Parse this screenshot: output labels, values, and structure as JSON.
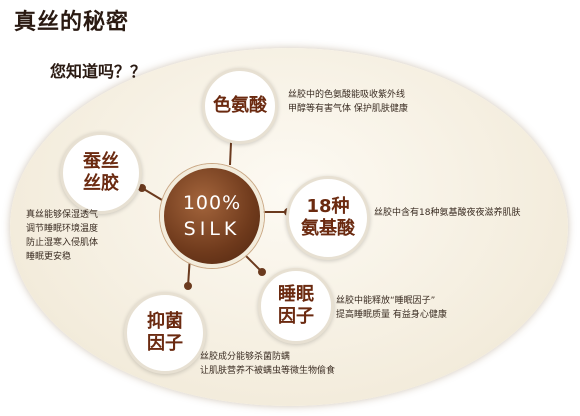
{
  "title": "真丝的秘密",
  "subtitle": "您知道吗？？",
  "center": {
    "line1": "100%",
    "line2": "SILK"
  },
  "nodes": {
    "sejisuan": {
      "line1": "色氨酸",
      "desc": [
        "丝胶中的色氨酸能吸收紫外线",
        "甲醇等有害气体 保护肌肤健康"
      ]
    },
    "aminoacid": {
      "line1": "18种",
      "line2": "氨基酸",
      "desc": [
        "丝胶中含有18种氨基酸夜夜滋养肌肤"
      ]
    },
    "sleep": {
      "line1": "睡眠",
      "line2": "因子",
      "desc": [
        "丝胶中能释放“睡眠因子”",
        "提高睡眠质量 有益身心健康"
      ]
    },
    "antibac": {
      "line1": "抑菌",
      "line2": "因子",
      "desc": [
        "丝胶成分能够杀菌防螨",
        "让肌肤营养不被螨虫等微生物偷食"
      ]
    },
    "silkgum": {
      "line1": "蚕丝",
      "line2": "丝胶",
      "desc": [
        "真丝能够保湿透气",
        "调节睡眠环境温度",
        "防止湿寒入侵肌体",
        "睡眠更安稳"
      ]
    }
  }
}
